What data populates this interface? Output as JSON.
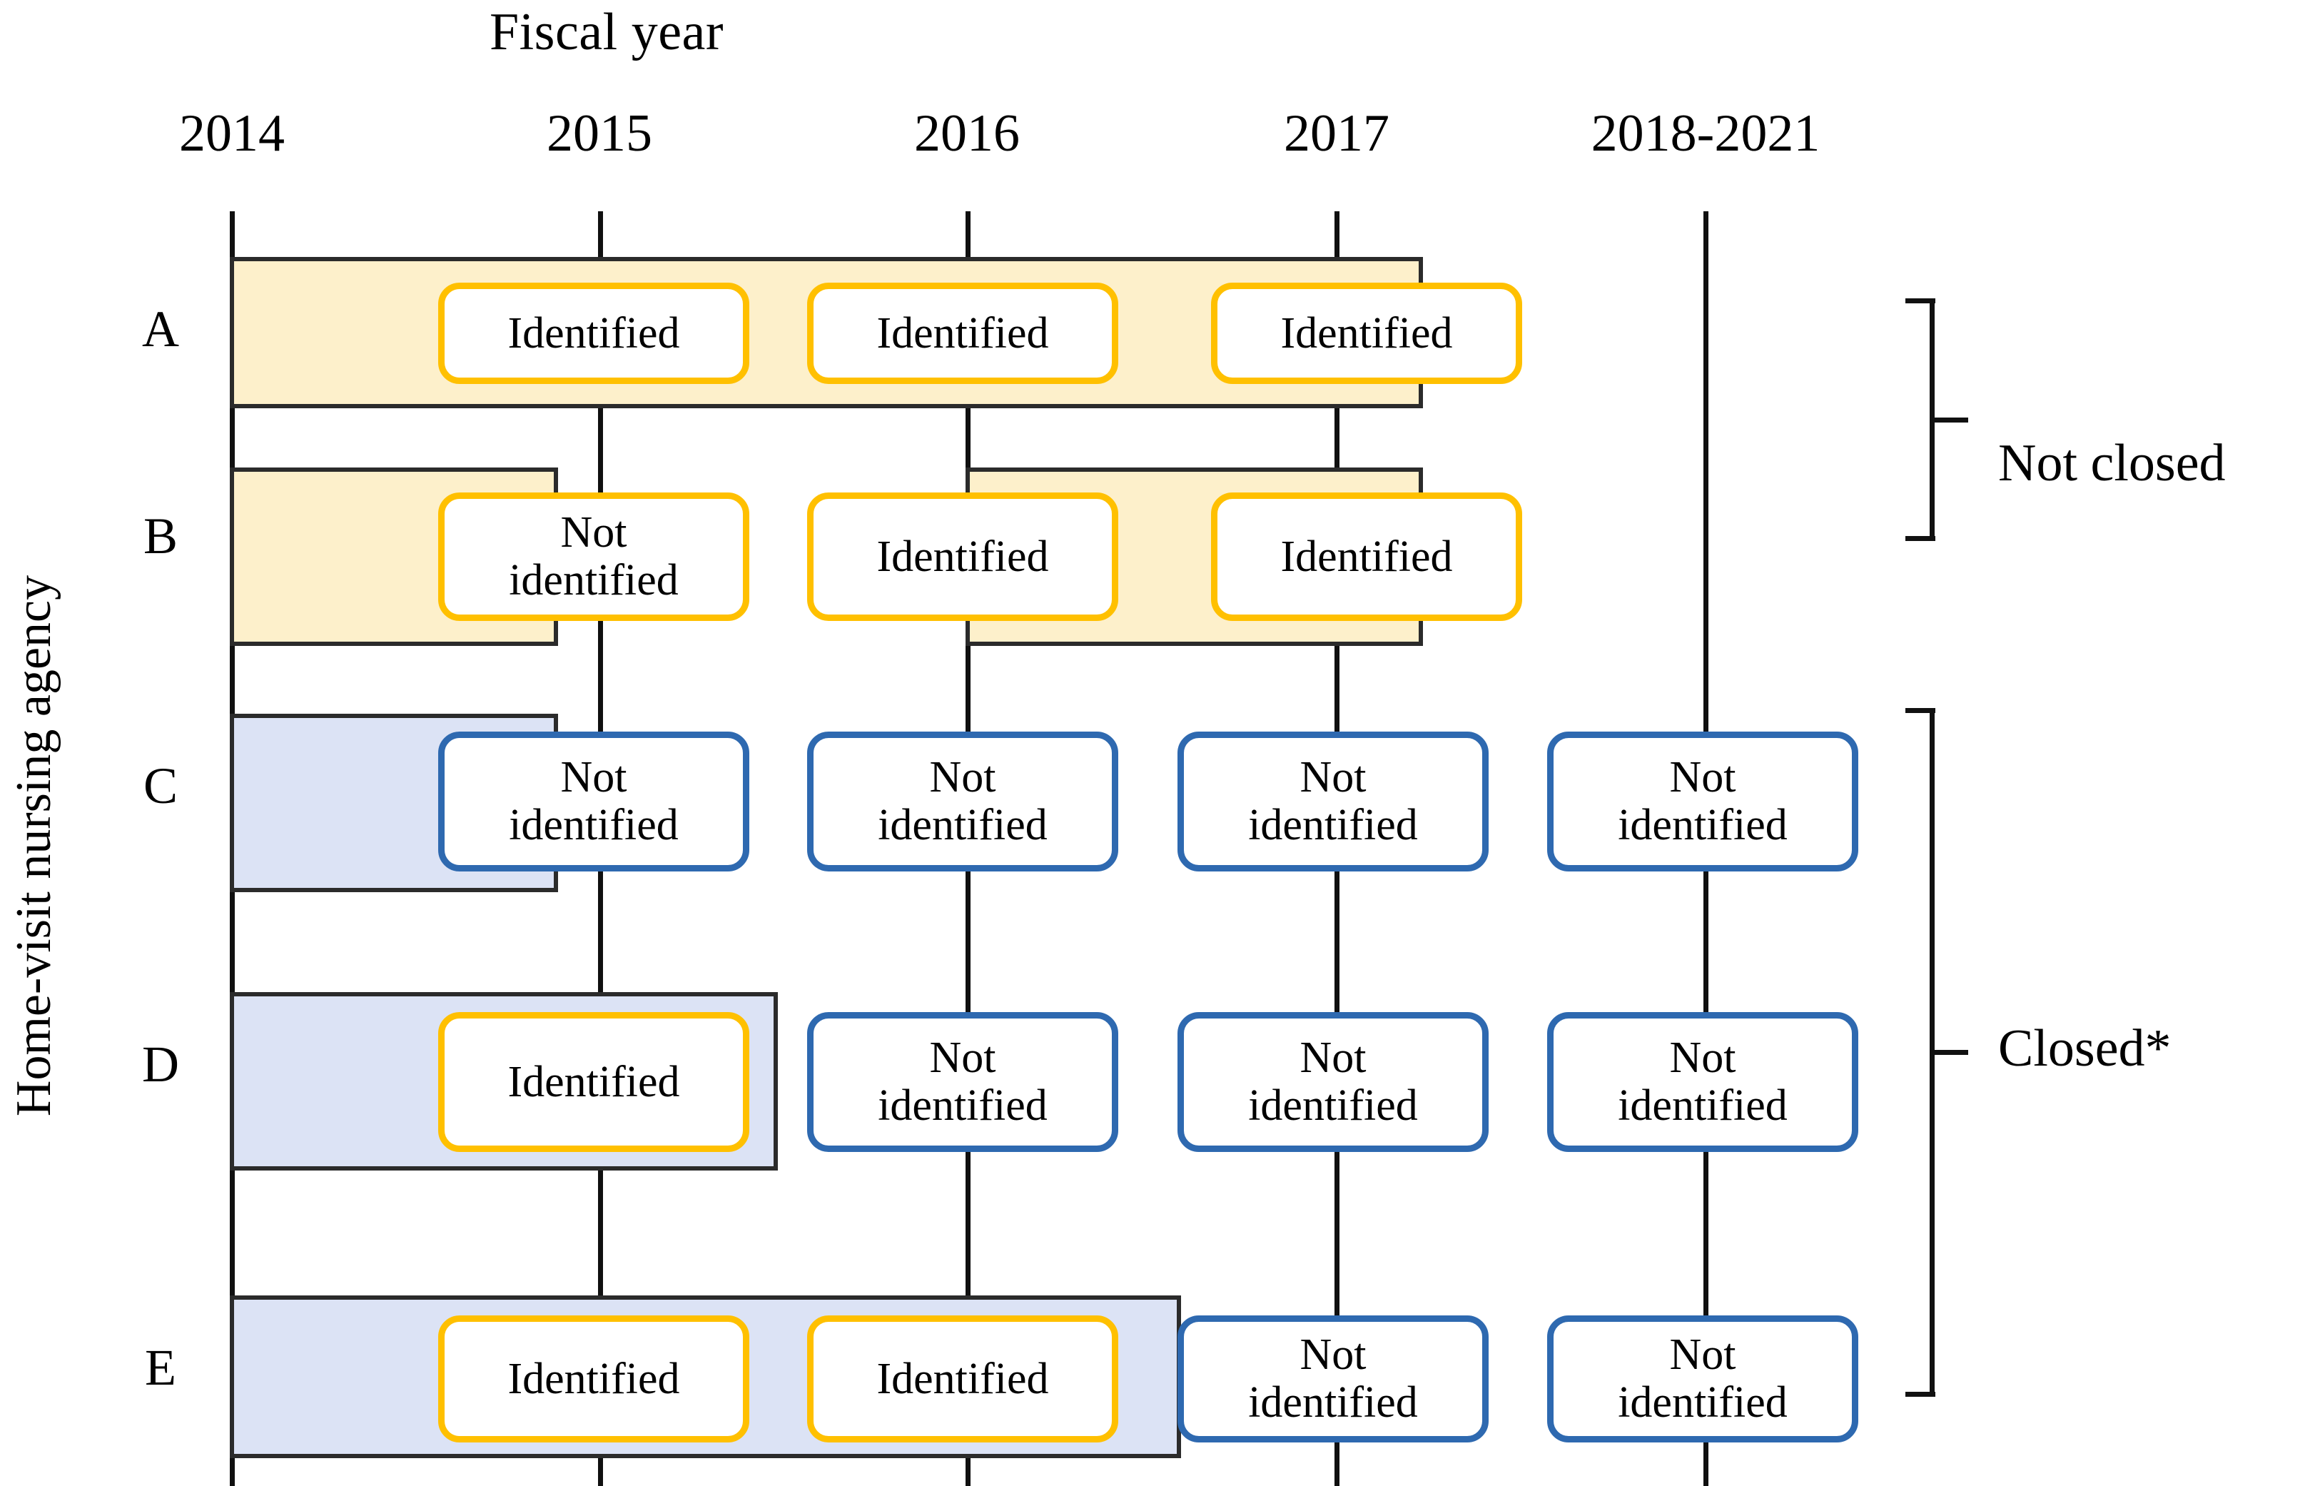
{
  "chart_data": {
    "type": "table",
    "title": "Fiscal year",
    "xlabel": "Fiscal year",
    "ylabel": "Home-visit nursing agency",
    "categories": [
      "2014",
      "2015",
      "2016",
      "2017",
      "2018-2021"
    ],
    "row_labels": [
      "A",
      "B",
      "C",
      "D",
      "E"
    ],
    "legend": [
      "Not closed",
      "Closed*"
    ],
    "colors": {
      "yellow_fill": "#FDF0CB",
      "yellow_border": "#FFC000",
      "blue_fill": "#DCE3F5",
      "blue_border": "#2E69B0",
      "axis": "#101010"
    },
    "series": [
      {
        "name": "A",
        "group": "Not closed",
        "bar_color": "#FDF0CB",
        "values": [
          "",
          "Identified",
          "Identified",
          "Identified",
          ""
        ]
      },
      {
        "name": "B",
        "group": "Not closed",
        "bar_color": "#FDF0CB",
        "values": [
          "",
          "Not identified",
          "Identified",
          "Identified",
          ""
        ]
      },
      {
        "name": "C",
        "group": "Closed*",
        "bar_color": "#DCE3F5",
        "values": [
          "",
          "Not identified",
          "Not identified",
          "Not identified",
          "Not identified"
        ]
      },
      {
        "name": "D",
        "group": "Closed*",
        "bar_color": "#DCE3F5",
        "values": [
          "",
          "Identified",
          "Not identified",
          "Not identified",
          "Not identified"
        ]
      },
      {
        "name": "E",
        "group": "Closed*",
        "bar_color": "#DCE3F5",
        "values": [
          "",
          "Identified",
          "Identified",
          "Not identified",
          "Not identified"
        ]
      }
    ]
  },
  "axis": {
    "x_title": "Fiscal year",
    "y_title": "Home-visit nursing agency",
    "ticks": [
      "2014",
      "2015",
      "2016",
      "2017",
      "2018-2021"
    ]
  },
  "rows": {
    "a": {
      "label": "A"
    },
    "b": {
      "label": "B"
    },
    "c": {
      "label": "C"
    },
    "d": {
      "label": "D"
    },
    "e": {
      "label": "E"
    }
  },
  "boxes": {
    "a2015": "Identified",
    "a2016": "Identified",
    "a2017": "Identified",
    "b2015_l1": "Not",
    "b2015_l2": "identified",
    "b2016": "Identified",
    "b2017": "Identified",
    "c2015_l1": "Not",
    "c2015_l2": "identified",
    "c2016_l1": "Not",
    "c2016_l2": "identified",
    "c2017_l1": "Not",
    "c2017_l2": "identified",
    "c2018_l1": "Not",
    "c2018_l2": "identified",
    "d2015": "Identified",
    "d2016_l1": "Not",
    "d2016_l2": "identified",
    "d2017_l1": "Not",
    "d2017_l2": "identified",
    "d2018_l1": "Not",
    "d2018_l2": "identified",
    "e2015": "Identified",
    "e2016": "Identified",
    "e2017_l1": "Not",
    "e2017_l2": "identified",
    "e2018_l1": "Not",
    "e2018_l2": "identified"
  },
  "groups": {
    "not_closed": "Not closed",
    "closed": "Closed*"
  }
}
